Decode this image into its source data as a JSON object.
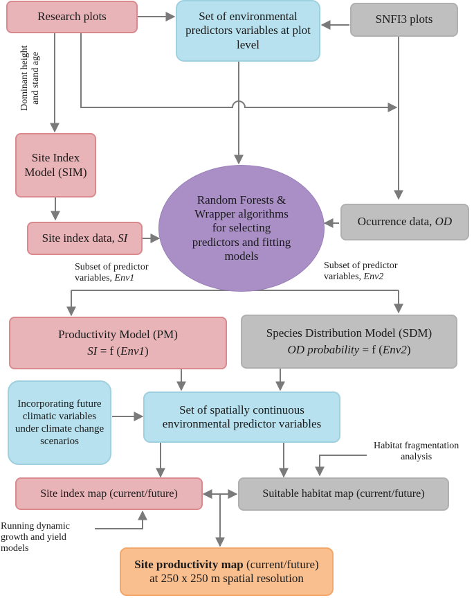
{
  "nodes": {
    "research_plots": "Research plots",
    "env_predictors": "Set of environmental predictors variables at plot level",
    "snfi3": "SNFI3 plots",
    "sim": "Site Index Model (SIM)",
    "site_index_data": "Site index data,",
    "site_index_data_var": "SI",
    "random_forests": "Random Forests & Wrapper algorithms for selecting predictors and fitting models",
    "occurrence": "Ocurrence data,",
    "occurrence_var": "OD",
    "pm_title": "Productivity Model (PM)",
    "pm_eq_lhs": "SI",
    "pm_eq_mid": " = f (",
    "pm_eq_var": "Env1",
    "pm_eq_end": ")",
    "sdm_title": "Species Distribution Model (SDM)",
    "sdm_eq_lhs": "OD probability",
    "sdm_eq_mid": " = f (",
    "sdm_eq_var": "Env2",
    "sdm_eq_end": ")",
    "future_climate": "Incorporating future climatic variables under climate change scenarios",
    "spatial_predictors": "Set of spatially continuous environmental predictor variables",
    "site_index_map": "Site index map (current/future)",
    "habitat_map": "Suitable habitat map (current/future)",
    "productivity_map_bold": "Site productivity map",
    "productivity_map_rest": " (current/future)",
    "productivity_map_line2": "at 250 x 250 m spatial resolution"
  },
  "labels": {
    "dominant_height_1": "Dominant height",
    "dominant_height_2": "and stand age",
    "subset1_line1": "Subset of predictor",
    "subset1_line2": "variables,",
    "subset1_var": "Env1",
    "subset2_line1": "Subset of predictor",
    "subset2_line2": "variables,",
    "subset2_var": "Env2",
    "habitat_frag_1": "Habitat fragmentation",
    "habitat_frag_2": "analysis",
    "running_1": "Running dynamic",
    "running_2": "growth and yield",
    "running_3": "models"
  },
  "colors": {
    "pink": "#e8b4b8",
    "blue": "#b7e1ee",
    "gray": "#bfbfbf",
    "purple": "#a98fc6",
    "orange": "#f9bf8f",
    "arrow": "#7a7a7a"
  }
}
